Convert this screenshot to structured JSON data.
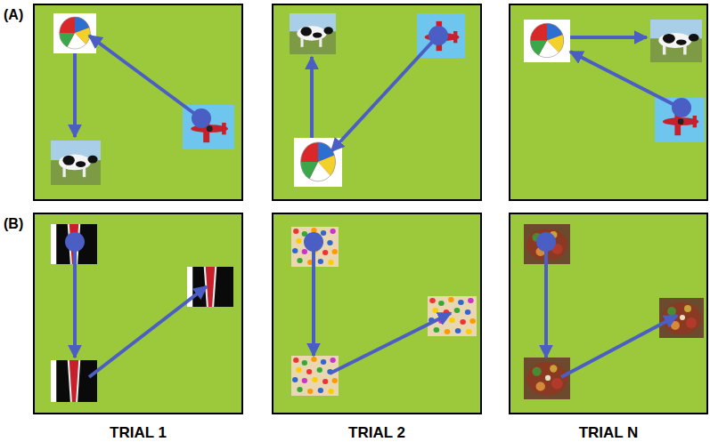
{
  "diagram": {
    "labels": [
      "(A)",
      "(B)",
      "TRIAL 1",
      "TRIAL 2",
      "TRIAL N"
    ]
  }
}
